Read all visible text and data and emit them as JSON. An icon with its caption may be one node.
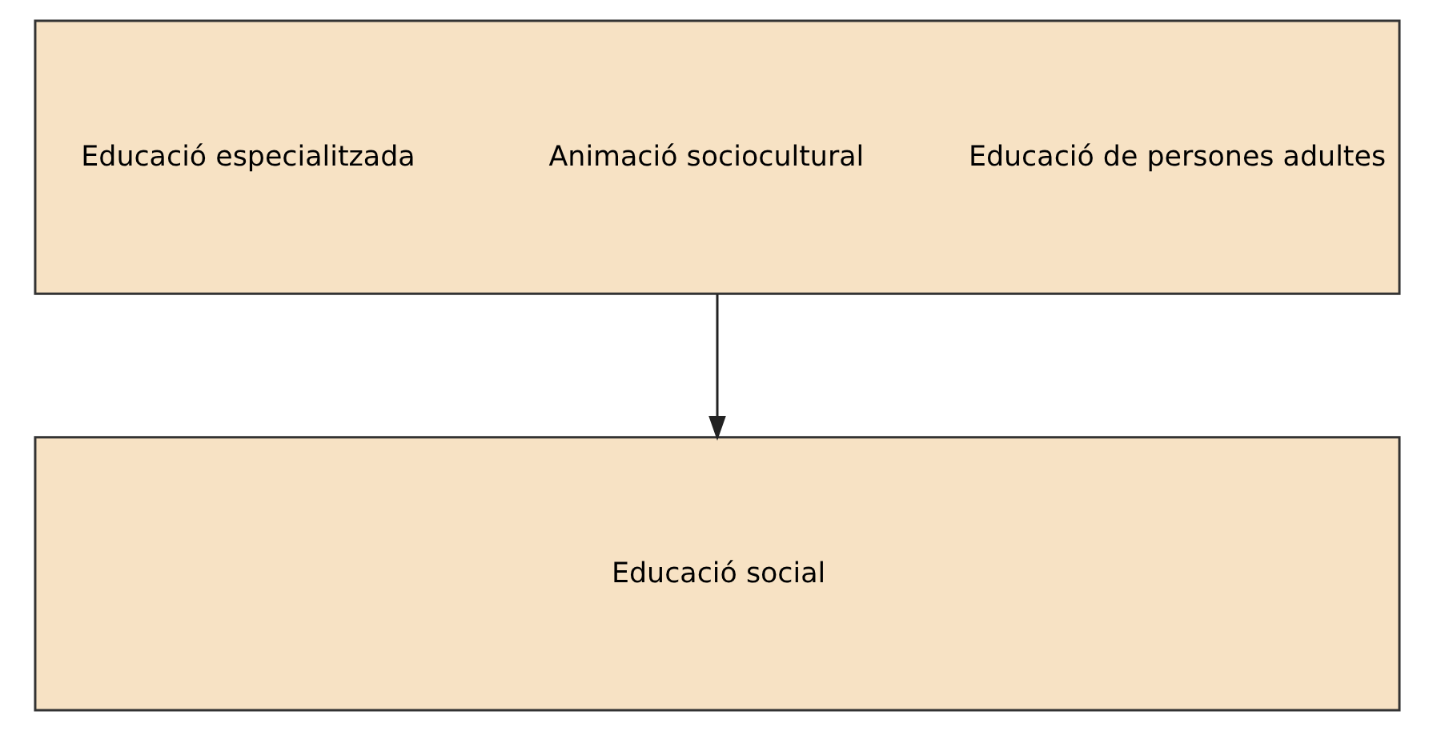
{
  "diagram": {
    "nodes": [
      {
        "text": [
          "Educació especialitzada",
          "Animació sociocultural",
          "Educació de persones adultes"
        ]
      },
      {
        "text": [
          "Educació social"
        ]
      }
    ],
    "edges": [
      {
        "from": 0,
        "to": 1,
        "arrow": "to"
      }
    ]
  }
}
